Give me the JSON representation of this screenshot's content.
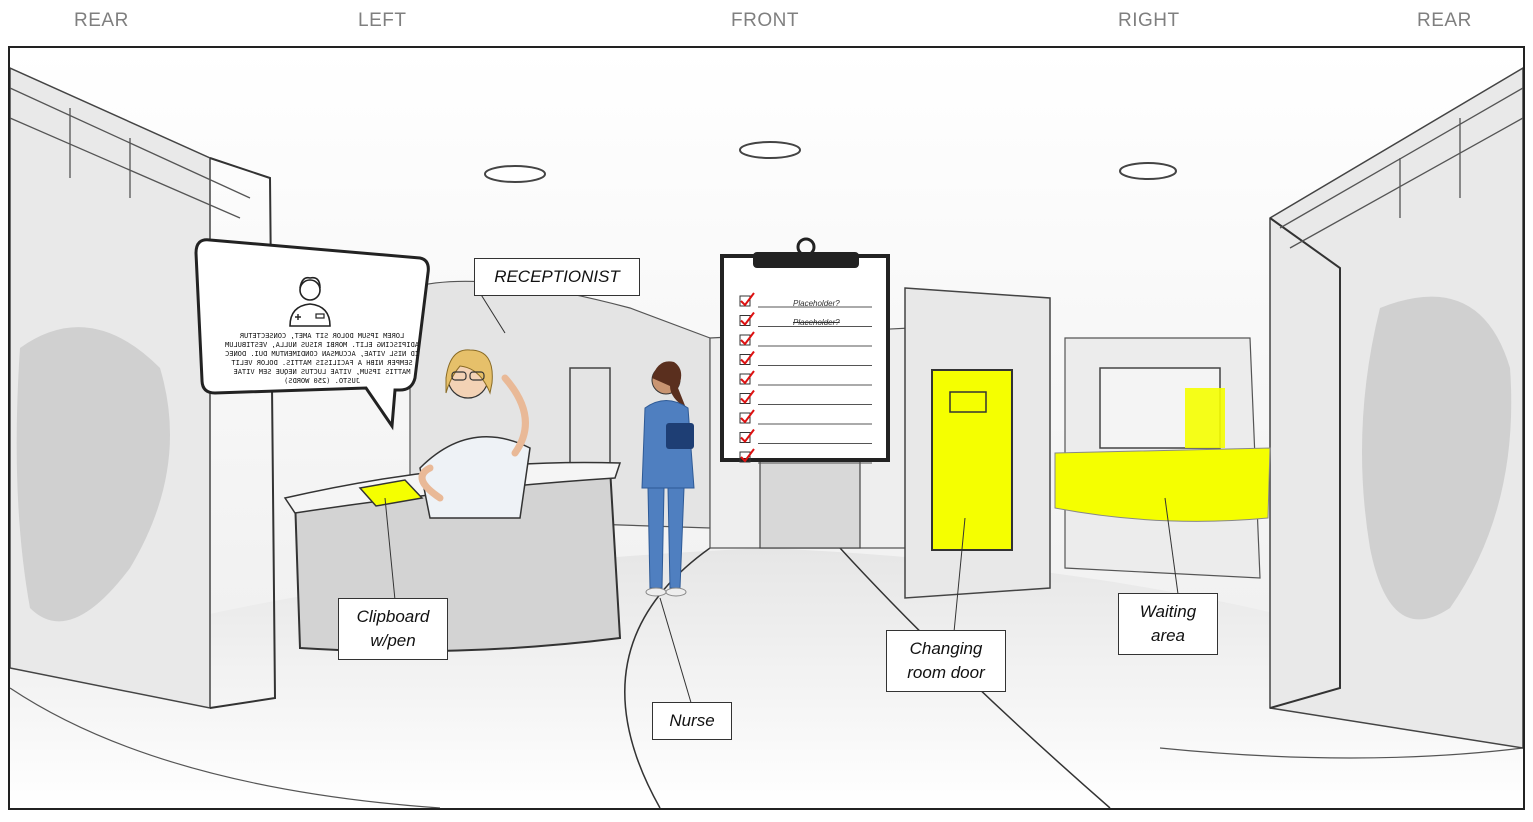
{
  "directions": {
    "rear_left": "REAR",
    "left": "LEFT",
    "front": "FRONT",
    "right": "RIGHT",
    "rear_right": "REAR"
  },
  "callouts": {
    "receptionist": "RECEPTIONIST",
    "clipboard_line1": "Clipboard",
    "clipboard_line2": "w/pen",
    "nurse": "Nurse",
    "changing_line1": "Changing",
    "changing_line2": "room door",
    "waiting_line1": "Waiting",
    "waiting_line2": "area"
  },
  "clipboard": {
    "item1": "Placeholder?",
    "item2": "Placeholder?"
  },
  "speech_bubble": {
    "text": "LOREM IPSUM DOLOR SIT AMET, CONSECTETUR ADIPISCING ELIT. MORBI RISUS NULLA, VESTIBULUM ID NISL VITAE, ACCUMSAN CONDIMENTUM DUI. DONEC SEMPER NIBH A FACILISIS MATTIS. DOLOR VELIT MATTIS IPSUM, VITAE LUCTUS NEQUE SEM VITAE JUSTO. (250 WORDS)"
  },
  "colors": {
    "highlight": "#f5ff00",
    "scrub": "#cfcfcf",
    "frame": "#222222",
    "scrubs": "#4f7fc0"
  }
}
